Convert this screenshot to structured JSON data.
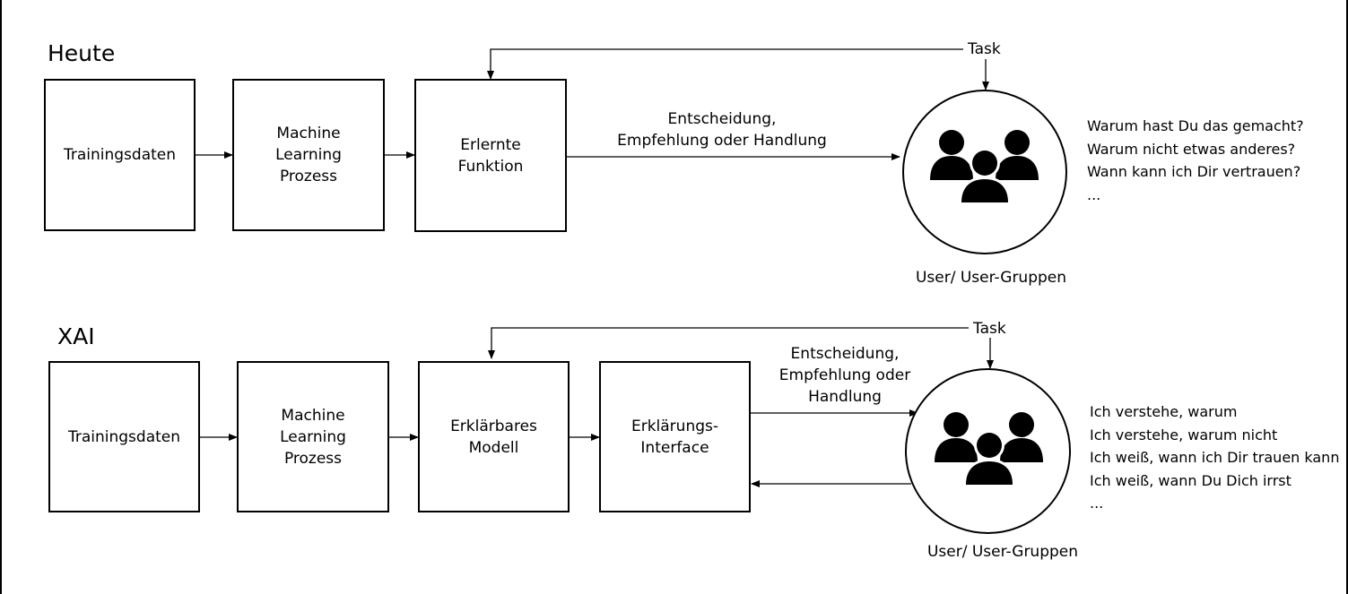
{
  "sections": {
    "heute": {
      "title": "Heute",
      "boxes": [
        "Trainingsdaten",
        "Machine\nLearning\nProzess",
        "Erlernte\nFunktion"
      ],
      "task_label": "Task",
      "decision_label": "Entscheidung,\nEmpfehlung oder Handlung",
      "user_label": "User/ User-Gruppen",
      "questions": [
        "Warum hast Du das gemacht?",
        "Warum nicht etwas anderes?",
        "Wann kann ich Dir vertrauen?",
        "..."
      ],
      "icon": "users-group-icon"
    },
    "xai": {
      "title": "XAI",
      "boxes": [
        "Trainingsdaten",
        "Machine\nLearning\nProzess",
        "Erklärbares\nModell",
        "Erklärungs-\nInterface"
      ],
      "task_label": "Task",
      "decision_label": "Entscheidung,\nEmpfehlung oder\nHandlung",
      "user_label": "User/ User-Gruppen",
      "statements": [
        "Ich verstehe, warum",
        "Ich verstehe, warum nicht",
        "Ich weiß, wann ich Dir trauen kann",
        "Ich weiß, wann Du Dich irrst",
        "..."
      ],
      "icon": "users-group-icon"
    }
  },
  "colors": {
    "stroke": "#000000",
    "background": "#ffffff"
  }
}
